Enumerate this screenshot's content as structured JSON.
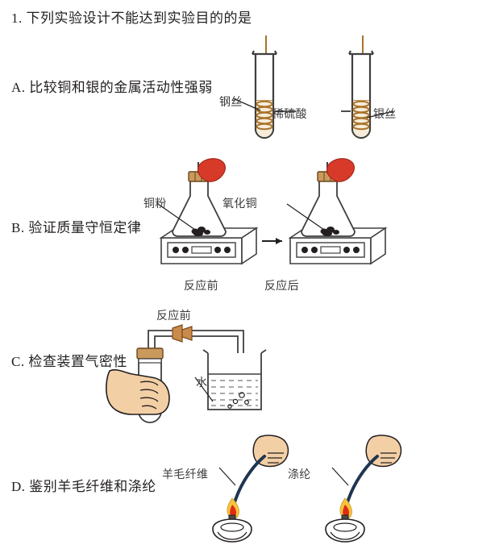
{
  "question": {
    "number": "1.",
    "stem": "1. 下列实验设计不能达到实验目的的是"
  },
  "options": [
    {
      "key": "A",
      "label": "A. 比较铜和银的金属活动性强弱",
      "figure_labels": [
        "钢丝",
        "稀硫酸",
        "银丝"
      ]
    },
    {
      "key": "B",
      "label": "B. 验证质量守恒定律",
      "figure_labels": [
        "铜粉",
        "氧化铜",
        "反应前",
        "反应后"
      ]
    },
    {
      "key": "C",
      "label": "C. 检查装置气密性",
      "figure_labels": [
        "反应前",
        "水"
      ]
    },
    {
      "key": "D",
      "label": "D. 鉴别羊毛纤维和涤纶",
      "figure_labels": [
        "羊毛纤维",
        "涤纶"
      ]
    }
  ],
  "figure_a": {
    "left_wire_label": "钢丝",
    "center_label": "稀硫酸",
    "right_wire_label": "银丝"
  },
  "figure_b": {
    "left_label": "铜粉",
    "right_label": "氧化铜",
    "left_caption": "反应前",
    "right_caption": "反应后",
    "arrow": "→"
  },
  "figure_c": {
    "top_label": "反应前",
    "water_label": "水"
  },
  "figure_d": {
    "left_label": "羊毛纤维",
    "right_label": "涤纶"
  },
  "colors": {
    "ink": "#231f20",
    "caption": "#3a3a3a",
    "outline": "#3f3f3f",
    "copper_wire": "#a9732c",
    "copper_wire_light": "#d8b26a",
    "balloon_red": "#d83a2a",
    "stopper_brown": "#8a5a2b",
    "skin": "#f3cfa5",
    "flame_yellow": "#f7c43a",
    "flame_red": "#e02a16",
    "water_line": "#555555"
  }
}
